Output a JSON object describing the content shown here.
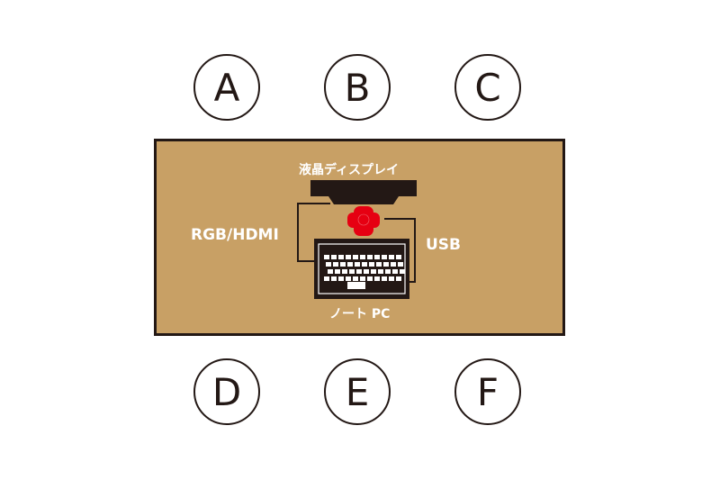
{
  "seats": {
    "a": "A",
    "b": "B",
    "c": "C",
    "d": "D",
    "e": "E",
    "f": "F"
  },
  "equipment": {
    "display_label": "液晶ディスプレイ",
    "laptop_label": "ノート PC",
    "rgb_label": "RGB/HDMI",
    "usb_label": "USB"
  },
  "colors": {
    "table": "#c8a065",
    "outline": "#231815",
    "camera": "#e60012",
    "label": "#ffffff"
  }
}
